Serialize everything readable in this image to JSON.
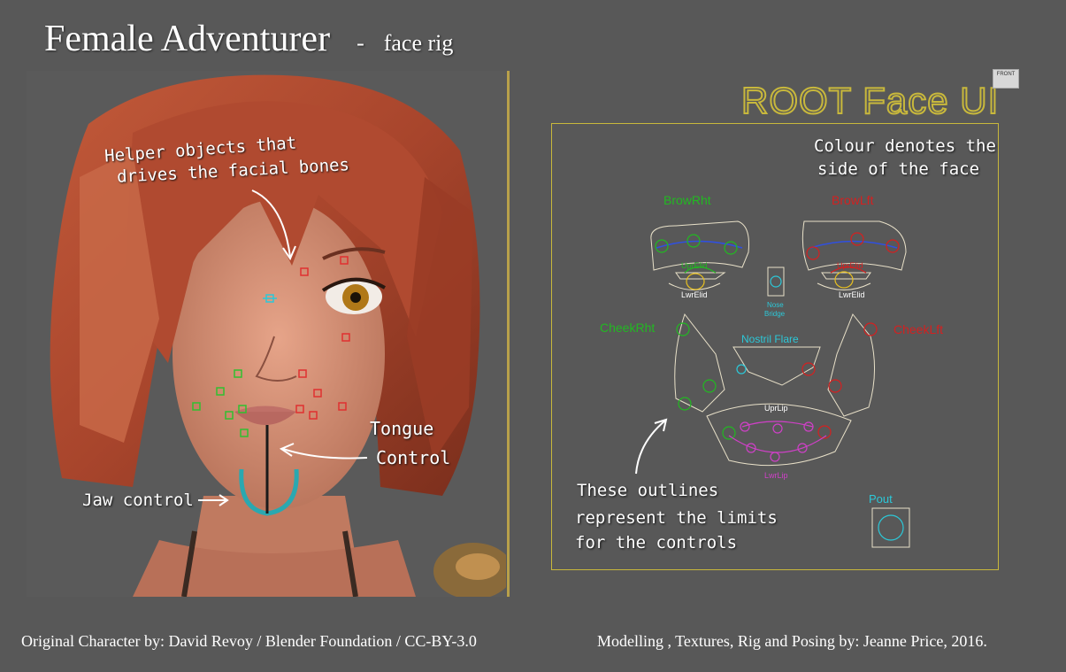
{
  "header": {
    "title": "Female Adventurer",
    "dash": "-",
    "subtitle": "face rig"
  },
  "annotations": {
    "helper_line1": "Helper objects that",
    "helper_line2": "drives the facial bones",
    "tongue_line1": "Tongue",
    "tongue_line2": "Control",
    "jaw": "Jaw control",
    "colour_line1": "Colour denotes the",
    "colour_line2": "side of the face",
    "outlines_line1": "These outlines",
    "outlines_line2": "represent the limits",
    "outlines_line3": "for the controls"
  },
  "ui": {
    "title": "ROOT Face UI",
    "thumb_label": "FRONT",
    "labels": {
      "brow_rht": "BrowRht",
      "brow_lft": "BrowLft",
      "upr_eld_r": "UprElid",
      "lwr_eld_r": "LwrElid",
      "upr_eld_l": "UprElid",
      "lwr_eld_l": "LwrElid",
      "nose_bridge_1": "Nose",
      "nose_bridge_2": "Bridge",
      "cheek_rht": "CheekRht",
      "cheek_lft": "CheekLft",
      "nostril_flare": "Nostril Flare",
      "upr_lip": "UprLip",
      "lwr_lip": "LwrLip",
      "pout": "Pout"
    }
  },
  "footer": {
    "left": "Original Character  by: David Revoy / Blender Foundation / CC-BY-3.0",
    "right": "Modelling , Textures, Rig and Posing by: Jeanne Price, 2016."
  },
  "colors": {
    "background": "#585858",
    "accent": "#c8b83c",
    "right_side": "#22b822",
    "left_side": "#d42020",
    "center": "#2cc8d8",
    "lip": "#d040c8"
  }
}
